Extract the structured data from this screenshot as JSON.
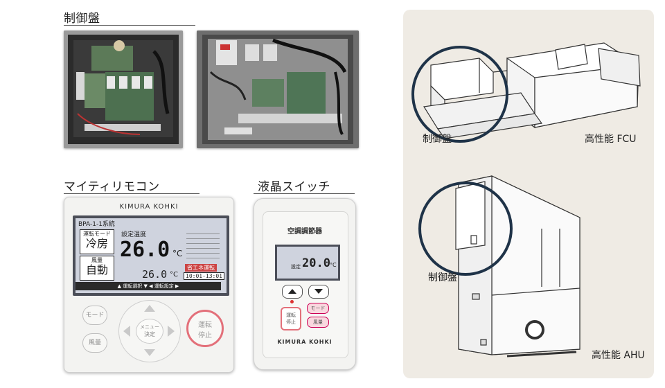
{
  "sections": {
    "control_panel": "制御盤",
    "remote": "マイティリモコン",
    "lcd_switch": "液晶スイッチ"
  },
  "remote": {
    "brand": "KIMURA KOHKI",
    "screen_header": "BPA-1-1系統",
    "mode_label": "運転モード",
    "mode_value": "冷房",
    "setpoint_label": "設定温度",
    "setpoint_value": "26.0",
    "unit": "°C",
    "fan_label": "風量",
    "fan_value": "自動",
    "room_value": "26.0",
    "schedule_label": "省エネ運転",
    "schedule_time": "10:01-13:01",
    "footer_text": "▲ 運転選択 ▼   ◀ 運転設定 ▶",
    "btn_mode": "モード",
    "btn_fan": "風量",
    "btn_menu": "メニュー",
    "btn_enter": "決定",
    "btn_run": "運転",
    "btn_stop": "停止"
  },
  "lcd_switch": {
    "title": "空調調節器",
    "temp": "20.0",
    "unit": "°C",
    "setpoint_tag": "設定",
    "btn_run": "運転",
    "btn_stop": "停止",
    "btn_mode": "モード",
    "btn_fan": "風量",
    "brand": "KIMURA KOHKI"
  },
  "diagram": {
    "fcu_panel_label": "制御盤",
    "fcu_label": "高性能 FCU",
    "ahu_panel_label": "制御盤",
    "ahu_label": "高性能 AHU"
  },
  "colors": {
    "highlight_circle": "#1f3348",
    "panel_bg": "#efebe4",
    "run_button": "#e3707a"
  }
}
